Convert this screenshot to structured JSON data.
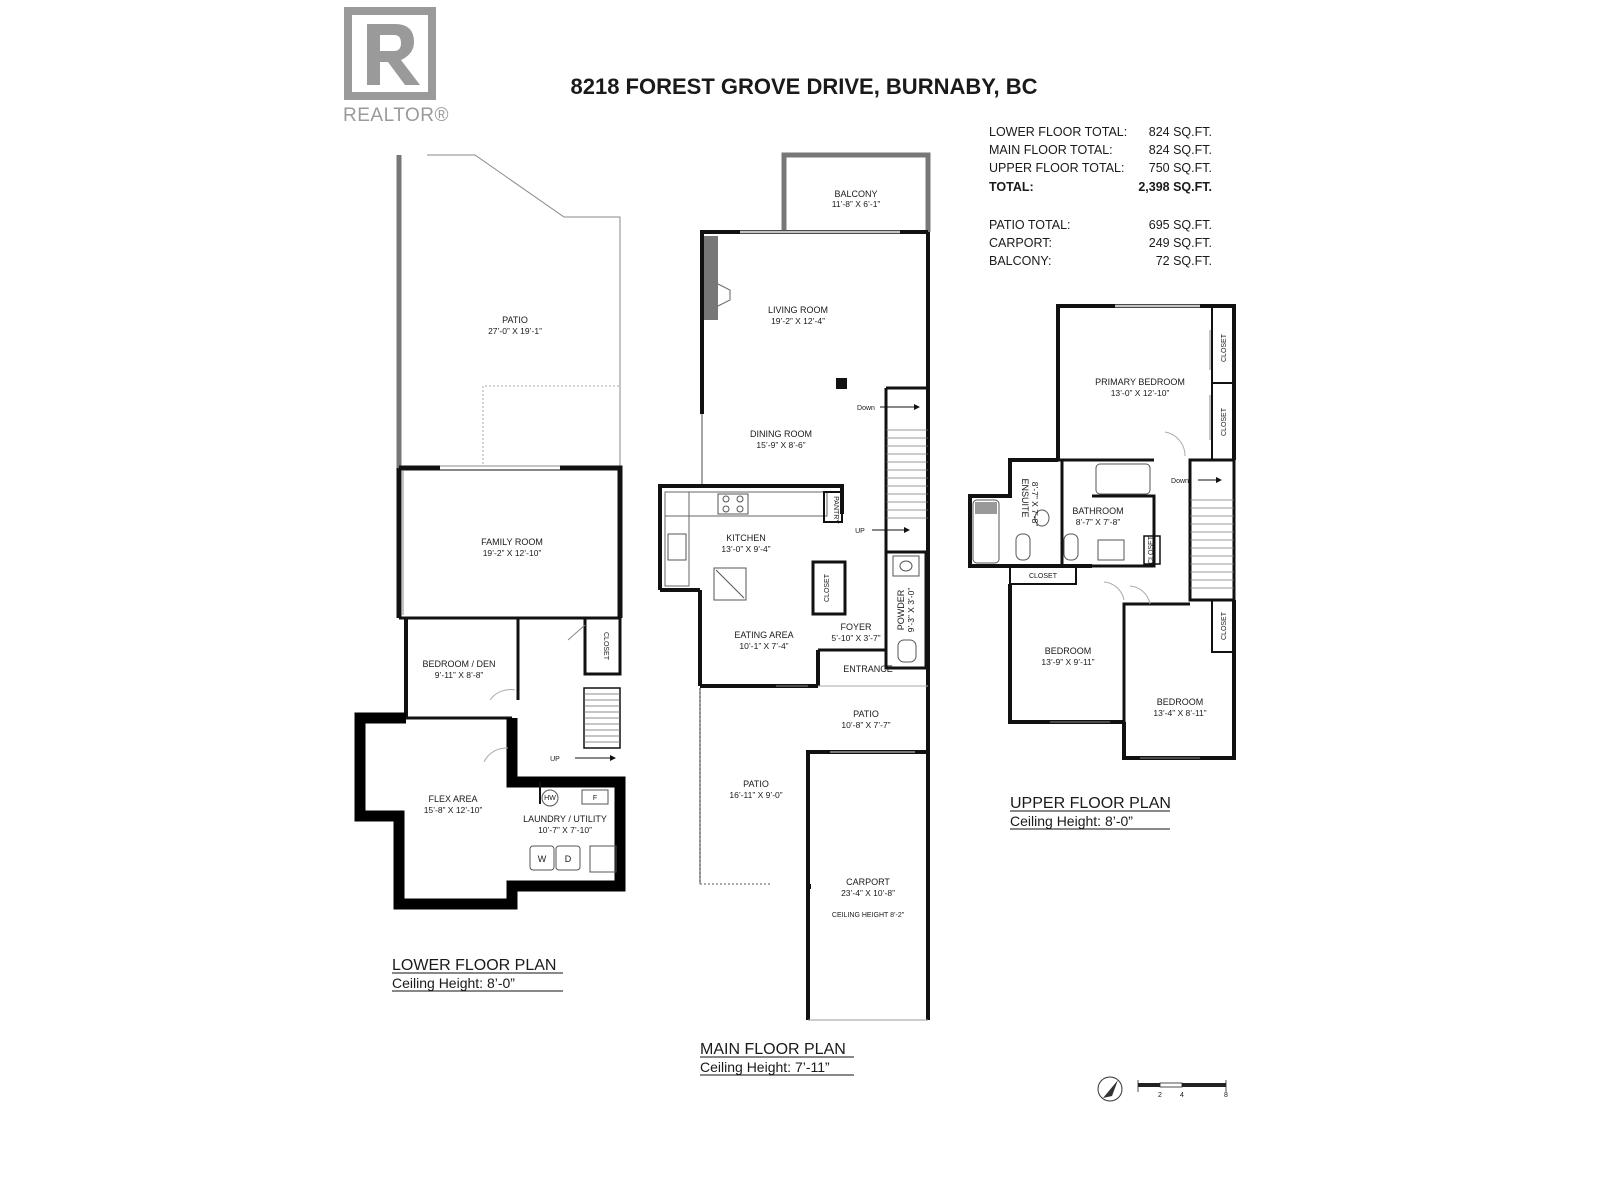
{
  "logo": {
    "name": "realtor-logo",
    "text": "REALTOR®"
  },
  "title": "8218 FOREST GROVE DRIVE, BURNABY, BC",
  "totals": [
    {
      "label": "LOWER FLOOR TOTAL:",
      "value": "824 SQ.FT."
    },
    {
      "label": "MAIN FLOOR TOTAL:",
      "value": "824 SQ.FT."
    },
    {
      "label": "UPPER FLOOR TOTAL:",
      "value": "750 SQ.FT."
    },
    {
      "label": "TOTAL:",
      "value": "2,398 SQ.FT."
    },
    {
      "label": "PATIO TOTAL:",
      "value": "695 SQ.FT."
    },
    {
      "label": "CARPORT:",
      "value": "249 SQ.FT."
    },
    {
      "label": "BALCONY:",
      "value": "72 SQ.FT."
    }
  ],
  "plans": {
    "lower": {
      "title": "LOWER FLOOR PLAN",
      "ceiling": "Ceiling Height: 8’-0”"
    },
    "main": {
      "title": "MAIN FLOOR PLAN",
      "ceiling": "Ceiling Height: 7’-11”"
    },
    "upper": {
      "title": "UPPER FLOOR PLAN",
      "ceiling": "Ceiling Height: 8’-0”"
    }
  },
  "rooms": {
    "lower_patio": {
      "name": "PATIO",
      "dim": "27’-0” X 19’-1”"
    },
    "family_room": {
      "name": "FAMILY ROOM",
      "dim": "19’-2” X 12’-10”"
    },
    "bedroom_den": {
      "name": "BEDROOM / DEN",
      "dim": "9’-11” X 8’-8”"
    },
    "lower_closet": {
      "name": "CLOSET"
    },
    "flex_area": {
      "name": "FLEX AREA",
      "dim": "15’-8” X 12’-10”"
    },
    "laundry": {
      "name": "LAUNDRY / UTILITY",
      "dim": "10’-7” X 7’-10”"
    },
    "balcony": {
      "name": "BALCONY",
      "dim": "11’-8” X 6’-1”"
    },
    "living_room": {
      "name": "LIVING ROOM",
      "dim": "19’-2” X 12’-4”"
    },
    "dining_room": {
      "name": "DINING ROOM",
      "dim": "15’-9” X 8’-6”"
    },
    "kitchen": {
      "name": "KITCHEN",
      "dim": "13’-0” X 9’-4”"
    },
    "pantry": {
      "name": "PANTRY"
    },
    "main_closet": {
      "name": "CLOSET"
    },
    "eating_area": {
      "name": "EATING AREA",
      "dim": "10’-1” X 7’-4”"
    },
    "foyer": {
      "name": "FOYER",
      "dim": "5’-10” X 3’-7”"
    },
    "powder": {
      "name": "POWDER",
      "dim": "9’-3” X 3’-0”"
    },
    "entrance": {
      "name": "ENTRANCE"
    },
    "main_patio_a": {
      "name": "PATIO",
      "dim": "10’-8” X 7’-7”"
    },
    "main_patio_b": {
      "name": "PATIO",
      "dim": "16’-11” X 9’-0”"
    },
    "carport": {
      "name": "CARPORT",
      "dim": "23’-4” X 10’-8”",
      "note": "CEILING HEIGHT 8’-2”"
    },
    "primary_bed": {
      "name": "PRIMARY BEDROOM",
      "dim": "13’-0” X 12’-10”"
    },
    "closet_u1": {
      "name": "CLOSET"
    },
    "closet_u2": {
      "name": "CLOSET"
    },
    "ensuite": {
      "name": "ENSUITE",
      "dim": "8’-7” X 7’-8”"
    },
    "bathroom": {
      "name": "BATHROOM",
      "dim": "8’-7” X 7’-8”"
    },
    "closet_u3": {
      "name": "CLOSET"
    },
    "closet_u4": {
      "name": "CLOSET"
    },
    "closet_u5": {
      "name": "CLOSET"
    },
    "bedroom_2": {
      "name": "BEDROOM",
      "dim": "13’-9” X 9’-11”"
    },
    "bedroom_3": {
      "name": "BEDROOM",
      "dim": "13’-4” X 8’-11”"
    }
  },
  "stairs": {
    "up": "UP",
    "down": "Down"
  },
  "fixtures": {
    "hw": "HW",
    "f": "F",
    "w": "W",
    "d": "D"
  },
  "scale": {
    "ticks": [
      "2",
      "4",
      "8"
    ]
  }
}
